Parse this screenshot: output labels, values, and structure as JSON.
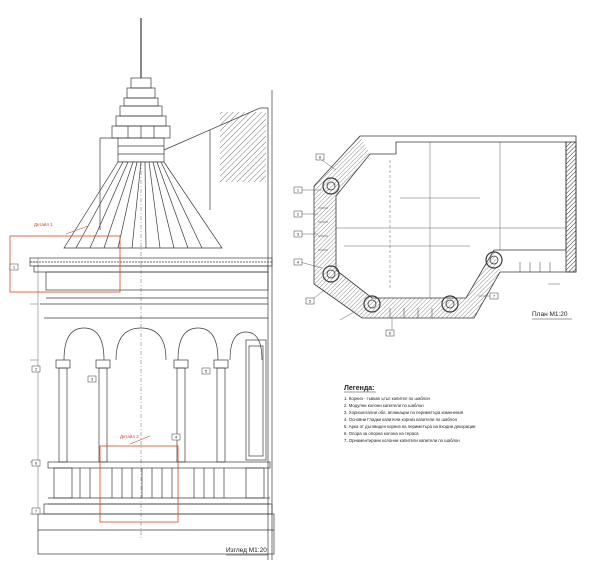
{
  "elevation": {
    "caption": "Изглед М1:20",
    "detail_callouts": [
      "Детайл 1",
      "Детайл 2"
    ],
    "tags": [
      "1",
      "2",
      "3",
      "4",
      "5",
      "6",
      "7"
    ]
  },
  "plan": {
    "caption": "План М1:20",
    "tags": [
      "1",
      "2",
      "3",
      "4",
      "5",
      "6",
      "7",
      "8"
    ]
  },
  "legend": {
    "title": "Легенда:",
    "items": [
      "1. Корниз - гъвкав ъгъл капител по шаблон",
      "2. Модулни колони капители по шаблон",
      "3. Хоризонтални обл. апликации по периметъра изменения",
      "4. Основни Гладки капители корниз капители по шаблон",
      "5. Арка от дъговиден корниз на периметъра на входни декорации",
      "6. Опора за опорна колона на тераса",
      "7. Орнаментирани колонни капители капители по шаблон"
    ]
  },
  "colors": {
    "line": "#3a3a3a",
    "accent": "#d9481f",
    "hatch": "#555555"
  }
}
